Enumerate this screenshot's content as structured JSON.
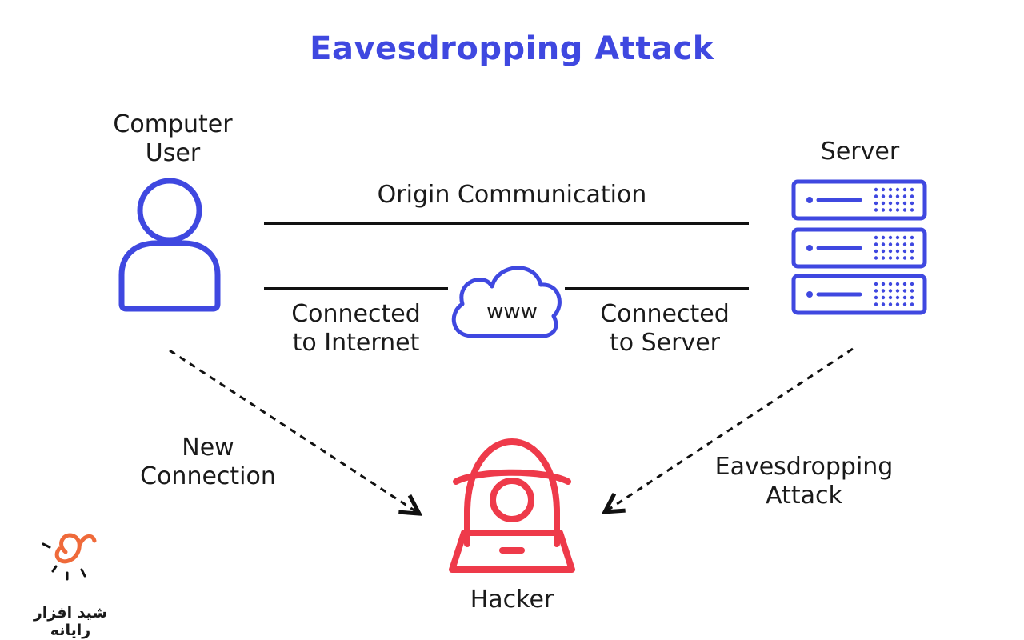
{
  "title": "Eavesdropping Attack",
  "nodes": {
    "user": {
      "line1": "Computer",
      "line2": "User"
    },
    "server": {
      "label": "Server"
    },
    "hacker": {
      "label": "Hacker"
    },
    "cloud": {
      "label": "www"
    }
  },
  "links": {
    "origin": "Origin Communication",
    "internet": {
      "line1": "Connected",
      "line2": "to Internet"
    },
    "to_server": {
      "line1": "Connected",
      "line2": "to Server"
    },
    "new_connection": {
      "line1": "New",
      "line2": "Connection"
    },
    "eavesdrop": {
      "line1": "Eavesdropping",
      "line2": "Attack"
    }
  },
  "brand": {
    "text": "شید افزار رایانه"
  },
  "colors": {
    "title": "#3f48e0",
    "icon_blue": "#3f48e0",
    "hacker_red": "#ee3a4a",
    "lines": "#111111",
    "brand_orange": "#ef6a3a"
  }
}
